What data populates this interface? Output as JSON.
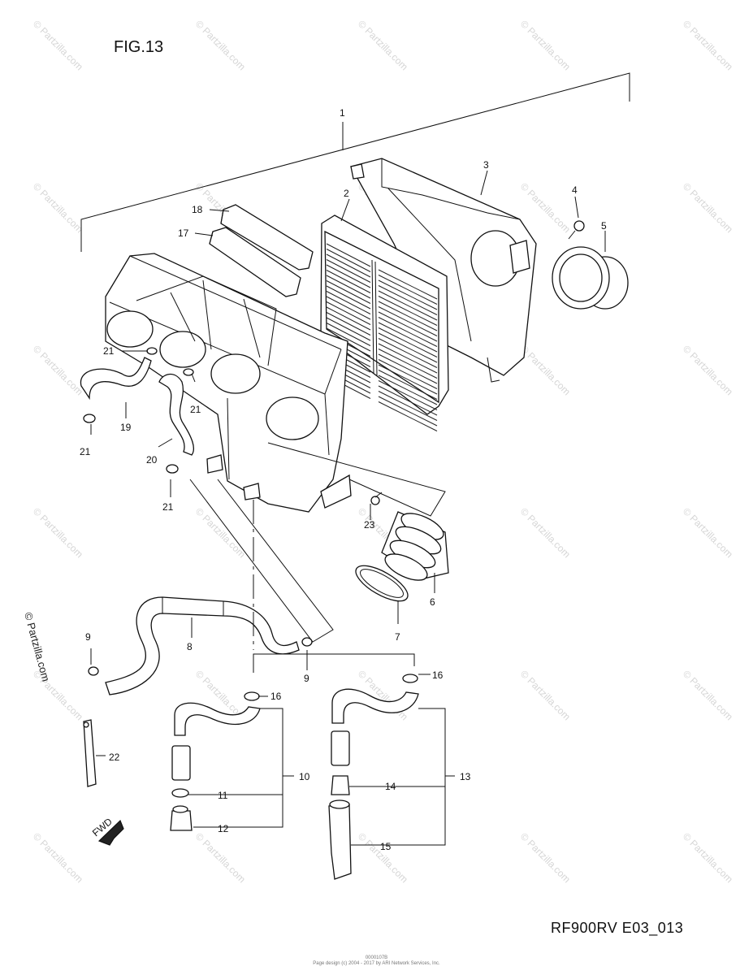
{
  "figure": {
    "title": "FIG.13",
    "drawing_code": "RF900RV E03_013",
    "footer_line1": "0000107B",
    "footer_line2": "Page design (c) 2004 - 2017 by ARI Network Services, Inc."
  },
  "watermark": {
    "text": "© Partzilla.com",
    "prominent_text": "© Partzilla.com"
  },
  "callouts": [
    "1",
    "2",
    "3",
    "4",
    "5",
    "6",
    "7",
    "8",
    "9",
    "9",
    "10",
    "11",
    "12",
    "13",
    "14",
    "15",
    "16",
    "16",
    "17",
    "18",
    "19",
    "20",
    "21",
    "21",
    "21",
    "21",
    "22",
    "23"
  ],
  "direction_arrow": {
    "label": "FWD"
  }
}
